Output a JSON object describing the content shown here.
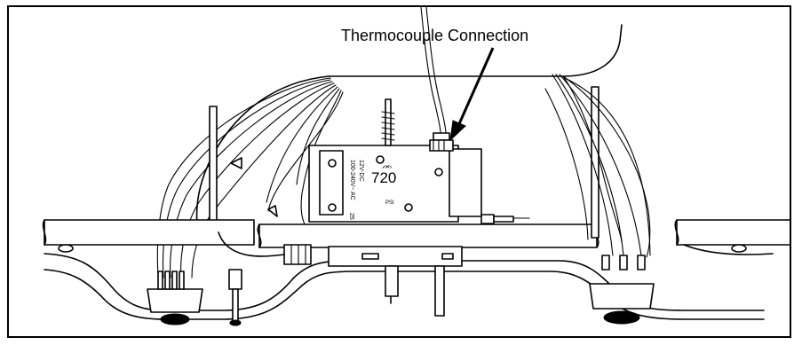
{
  "figure": {
    "callout_label": "Thermocouple Connection",
    "control_number": "720",
    "rating_line_1": "100-240V~ AC",
    "rating_line_2": "12V-DC",
    "side_marking": "25",
    "small_marking": "PSI"
  }
}
